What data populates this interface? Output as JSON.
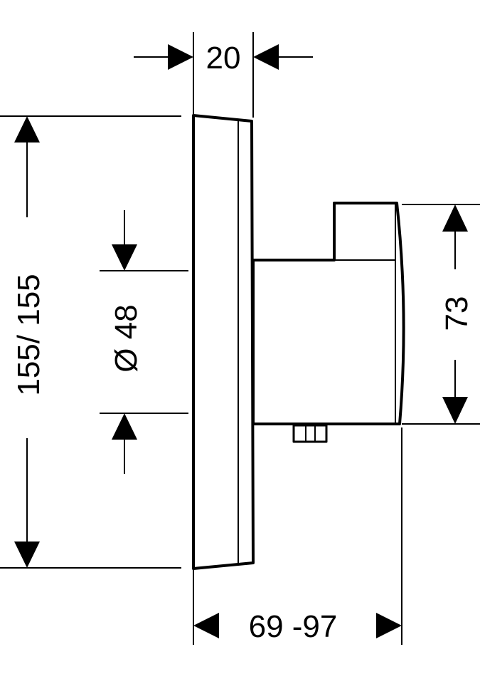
{
  "dimensions": {
    "depth": "20",
    "height": "155/ 155",
    "diameter": "Ø 48",
    "handle_height": "73",
    "projection": "69 -97"
  },
  "colors": {
    "line": "#000000",
    "background": "#ffffff"
  }
}
